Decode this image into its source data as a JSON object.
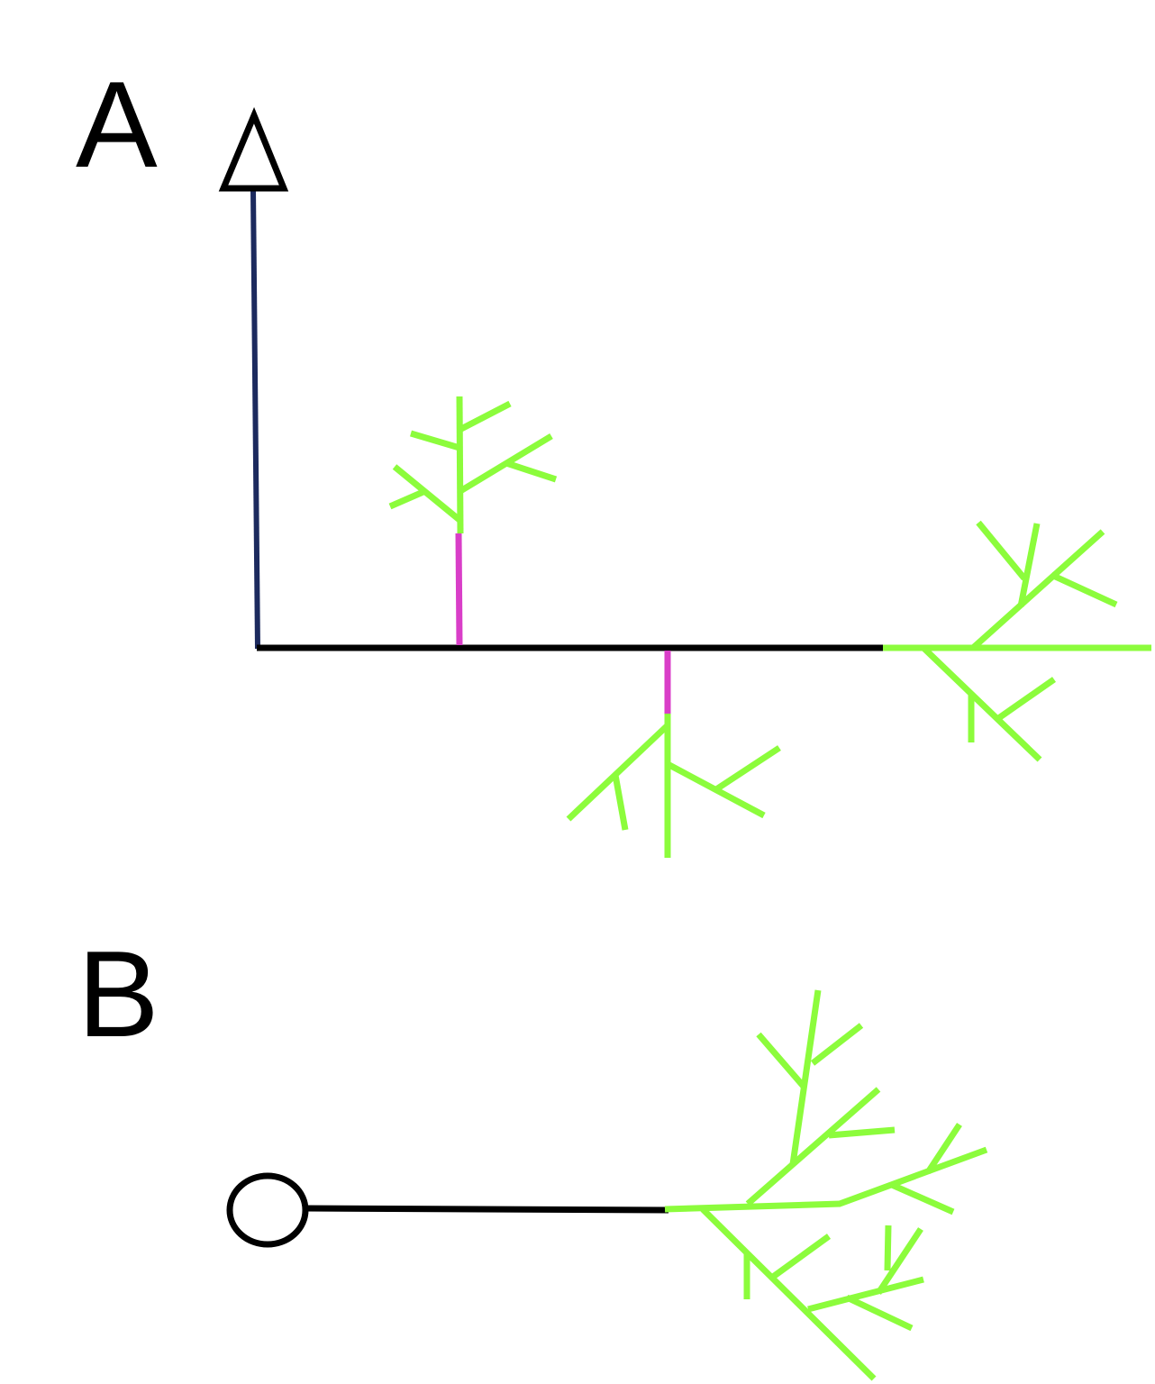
{
  "panels": {
    "a": {
      "label": "A"
    },
    "b": {
      "label": "B"
    }
  },
  "colors": {
    "axon": "#000000",
    "apical": "#1c2a5e",
    "oblique": "#d93ec8",
    "dendrite": "#8cfc3c",
    "background": "#ffffff"
  },
  "icons": {
    "triangle": "pyramidal-soma-triangle",
    "circle": "soma-circle"
  }
}
